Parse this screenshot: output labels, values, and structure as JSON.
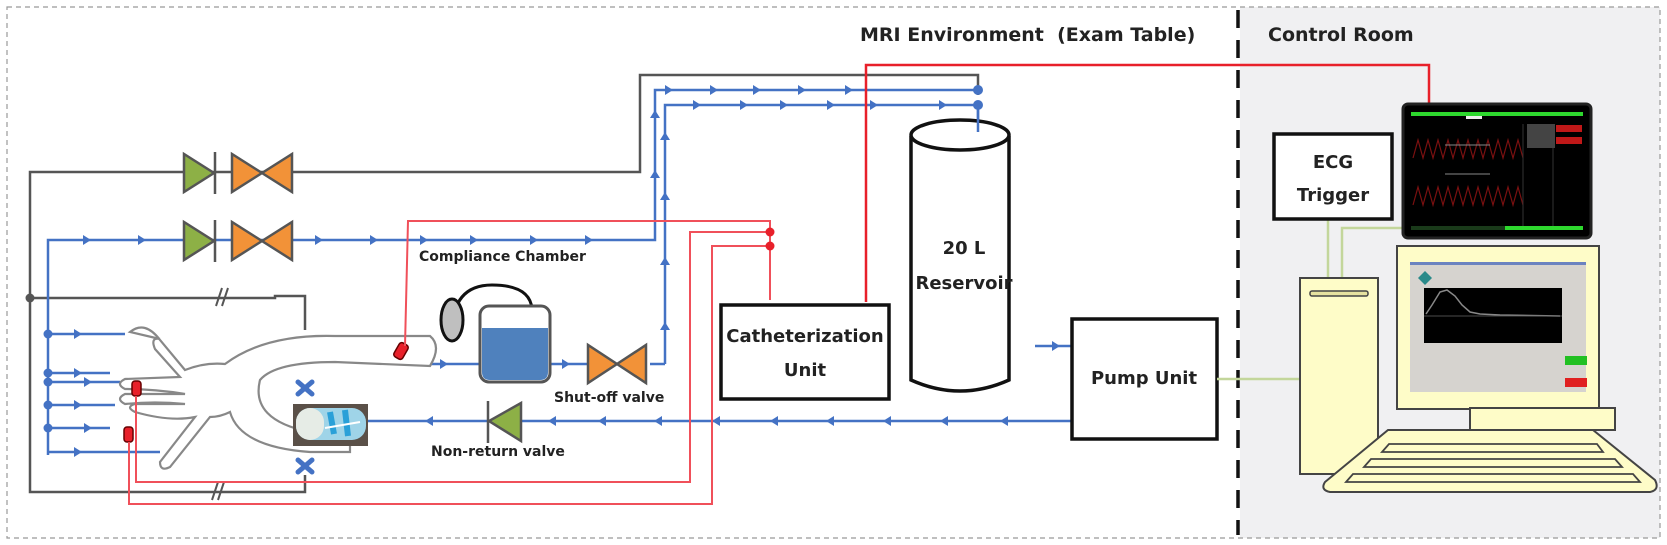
{
  "zones": {
    "mri": {
      "title": "MRI Environment  (Exam Table)"
    },
    "control": {
      "title": "Control Room"
    }
  },
  "components": {
    "catheterization_unit": {
      "line1": "Catheterization",
      "line2": "Unit"
    },
    "reservoir": {
      "line1": "20 L",
      "line2": "Reservoir"
    },
    "pump_unit": {
      "label": "Pump Unit"
    },
    "ecg_trigger": {
      "line1": "ECG",
      "line2": "Trigger"
    },
    "compliance_chamber": {
      "label": "Compliance Chamber"
    },
    "shutoff_valve": {
      "label": "Shut-off valve"
    },
    "nonreturn_valve": {
      "label": "Non-return valve"
    }
  },
  "legend_colors": {
    "flow_line": "#4472c4",
    "pressure_line": "#e8202a",
    "bypass_line": "#555555",
    "data_cable": "#c3d69b",
    "check_valve": "#8db046",
    "shutoff_valve": "#f29238",
    "compliance_fluid": "#4f81bd",
    "control_room_bg": "#f0f0f2"
  }
}
